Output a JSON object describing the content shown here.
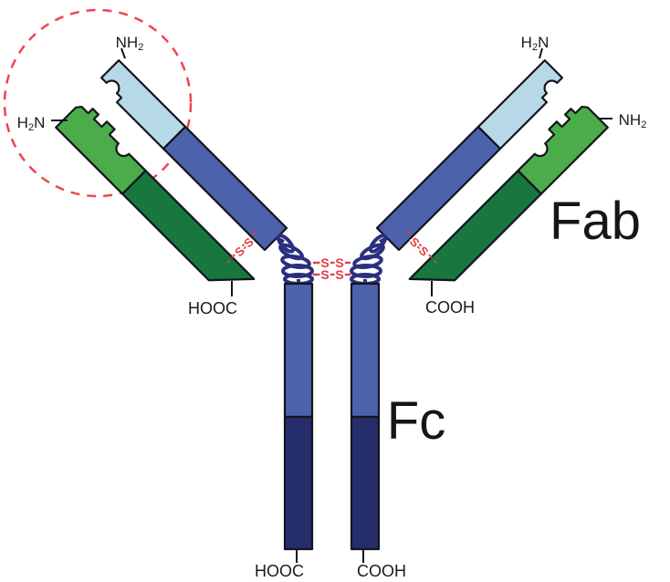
{
  "figure": {
    "type": "antibody-structure-diagram",
    "background": "#ffffff"
  },
  "labels": {
    "fab": "Fab",
    "fc": "Fc",
    "hooc": "HOOC",
    "cooh": "COOH",
    "nh2": {
      "main": "NH",
      "sub": "2"
    },
    "h2n": {
      "lead": "H",
      "sub": "2",
      "tail": "N"
    },
    "s": "S",
    "ss": "S-S"
  },
  "colors": {
    "heavy_variable": "#b7d8e7",
    "heavy_constant": "#4c63ac",
    "light_variable": "#4aad49",
    "light_constant": "#17773e",
    "fc_dark": "#262d6b",
    "hinge_coil": "#2b2f7e",
    "disulfide": "#e23a46",
    "highlight": "#ef4551",
    "outline": "#14141e",
    "text": "#1b1b1b"
  }
}
